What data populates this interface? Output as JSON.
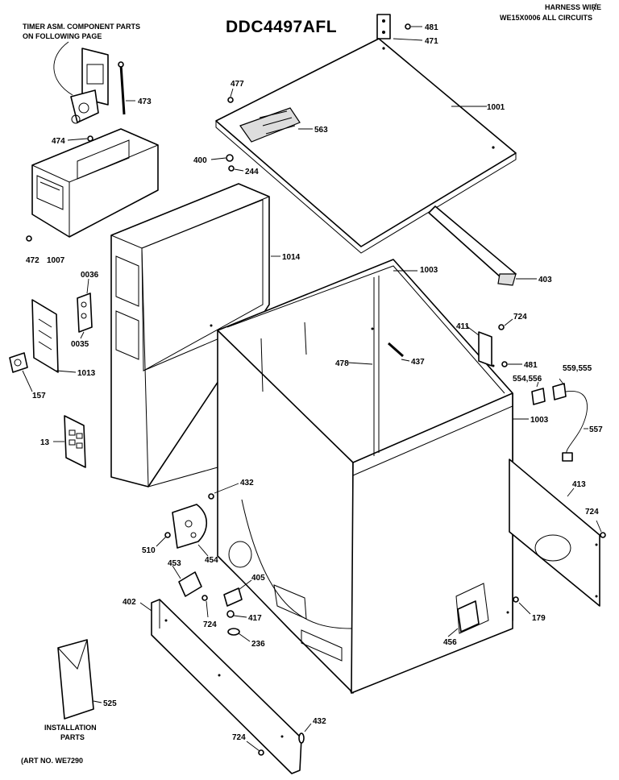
{
  "title": "DDC4497AFL",
  "notes": {
    "timer_line1": "TIMER ASM. COMPONENT PARTS",
    "timer_line2": "ON FOLLOWING PAGE",
    "harness_line1": "HARNESS WIRE",
    "harness_line2": "WE15X0006 ALL CIRCUITS",
    "installation_line1": "INSTALLATION",
    "installation_line2": "PARTS",
    "art_no": "(ART NO. WE7290"
  },
  "callouts": {
    "p481a": "481",
    "p471": "471",
    "p473": "473",
    "p477": "477",
    "p1001": "1001",
    "p563": "563",
    "p474": "474",
    "p400": "400",
    "p244": "244",
    "p472": "472",
    "p1007": "1007",
    "p1014": "1014",
    "p1003a": "1003",
    "p403": "403",
    "p0036": "0036",
    "p0035": "0035",
    "p1013": "1013",
    "p157": "157",
    "p724a": "724",
    "p411": "411",
    "p478": "478",
    "p437": "437",
    "p481b": "481",
    "p559": "559,555",
    "p554": "554,556",
    "p1003b": "1003",
    "p557": "557",
    "p13": "13",
    "p432a": "432",
    "p413": "413",
    "p724b": "724",
    "p510": "510",
    "p454": "454",
    "p453": "453",
    "p405": "405",
    "p402": "402",
    "p724c": "724",
    "p417": "417",
    "p236": "236",
    "p456": "456",
    "p179": "179",
    "p525": "525",
    "p432b": "432",
    "p724d": "724"
  }
}
